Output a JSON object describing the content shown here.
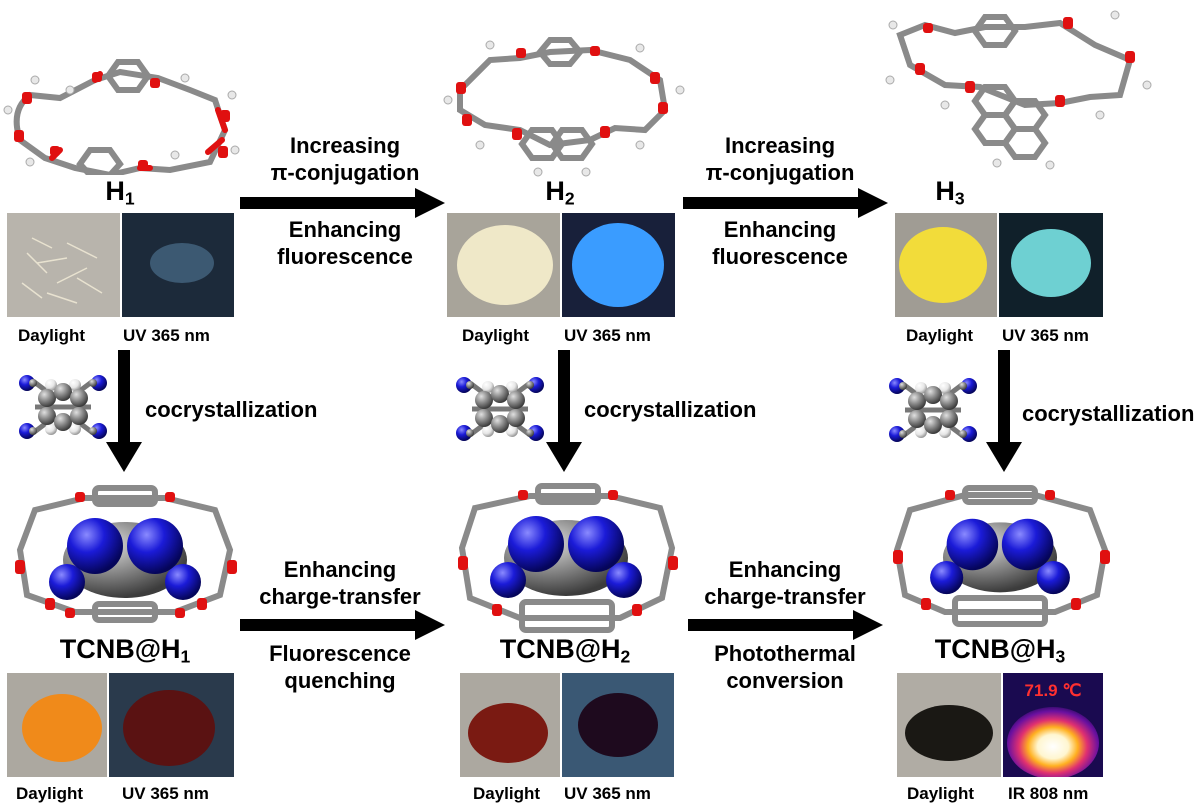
{
  "hosts": [
    {
      "main": "H",
      "sub": "1"
    },
    {
      "main": "H",
      "sub": "2"
    },
    {
      "main": "H",
      "sub": "3"
    }
  ],
  "complexes": [
    {
      "main": "TCNB@H",
      "sub": "1"
    },
    {
      "main": "TCNB@H",
      "sub": "2"
    },
    {
      "main": "TCNB@H",
      "sub": "3"
    }
  ],
  "top_arrows": [
    {
      "line1": "Increasing",
      "line2": "π-conjugation",
      "line3": "Enhancing",
      "line4": "fluorescence"
    },
    {
      "line1": "Increasing",
      "line2": "π-conjugation",
      "line3": "Enhancing",
      "line4": "fluorescence"
    }
  ],
  "bottom_arrows": [
    {
      "line1": "Enhancing",
      "line2": "charge-transfer",
      "line3": "Fluorescence",
      "line4": "quenching"
    },
    {
      "line1": "Enhancing",
      "line2": "charge-transfer",
      "line3": "Photothermal",
      "line4": "conversion"
    }
  ],
  "cocrystal_label": "cocrystallization",
  "photo_captions_top": [
    {
      "left": "Daylight",
      "right": "UV 365 nm"
    },
    {
      "left": "Daylight",
      "right": "UV 365 nm"
    },
    {
      "left": "Daylight",
      "right": "UV 365 nm"
    }
  ],
  "photo_captions_bottom": [
    {
      "left": "Daylight",
      "right": "UV 365 nm"
    },
    {
      "left": "Daylight",
      "right": "UV 365 nm"
    },
    {
      "left": "Daylight",
      "right": "IR 808 nm"
    }
  ],
  "thermal_reading": "71.9 ℃",
  "colors": {
    "oxygen": "#e01010",
    "carbon": "#8c8c8c",
    "hydrogen": "#f2f2f2",
    "nitrogen": "#1b1bd8",
    "uv_blue": "#3a9cff",
    "cyan": "#7ff0f0",
    "yellow": "#f2dc3a",
    "orange": "#f08a1a",
    "darkred": "#5a1212",
    "thermal_text": "#ff3030"
  }
}
